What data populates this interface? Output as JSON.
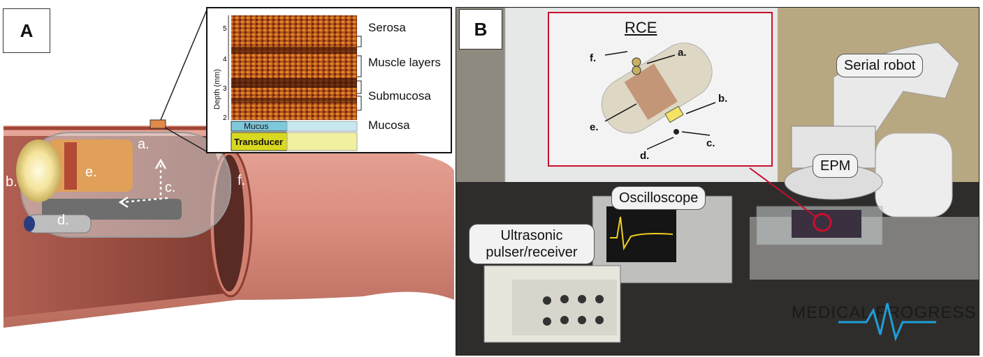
{
  "panelA": {
    "label": "A",
    "labels": {
      "a": "a.",
      "b": "b.",
      "c": "c.",
      "d": "d.",
      "e": "e.",
      "f": "f."
    },
    "inset": {
      "axis_label": "Depth (mm)",
      "ticks": [
        "5",
        "4",
        "3",
        "2"
      ],
      "layers": [
        "Serosa",
        "Muscle layers",
        "Submucosa",
        "Mucosa"
      ],
      "mucus": "Mucus",
      "transducer": "Transducer"
    }
  },
  "panelB": {
    "label": "B",
    "rce_title": "RCE",
    "rce_labels": {
      "a": "a.",
      "b": "b.",
      "c": "c.",
      "d": "d.",
      "e": "e.",
      "f": "f."
    },
    "serial_robot": "Serial robot",
    "epm": "EPM",
    "oscilloscope": "Oscilloscope",
    "pulser": "Ultrasonic\npulser/receiver"
  },
  "watermark": "MEDICAL PROGRESS",
  "colors": {
    "tissue": "#c96a5c",
    "inner": "#8e4036",
    "accent_red": "#c8102e",
    "watermark_blue": "#1e9fd8"
  }
}
